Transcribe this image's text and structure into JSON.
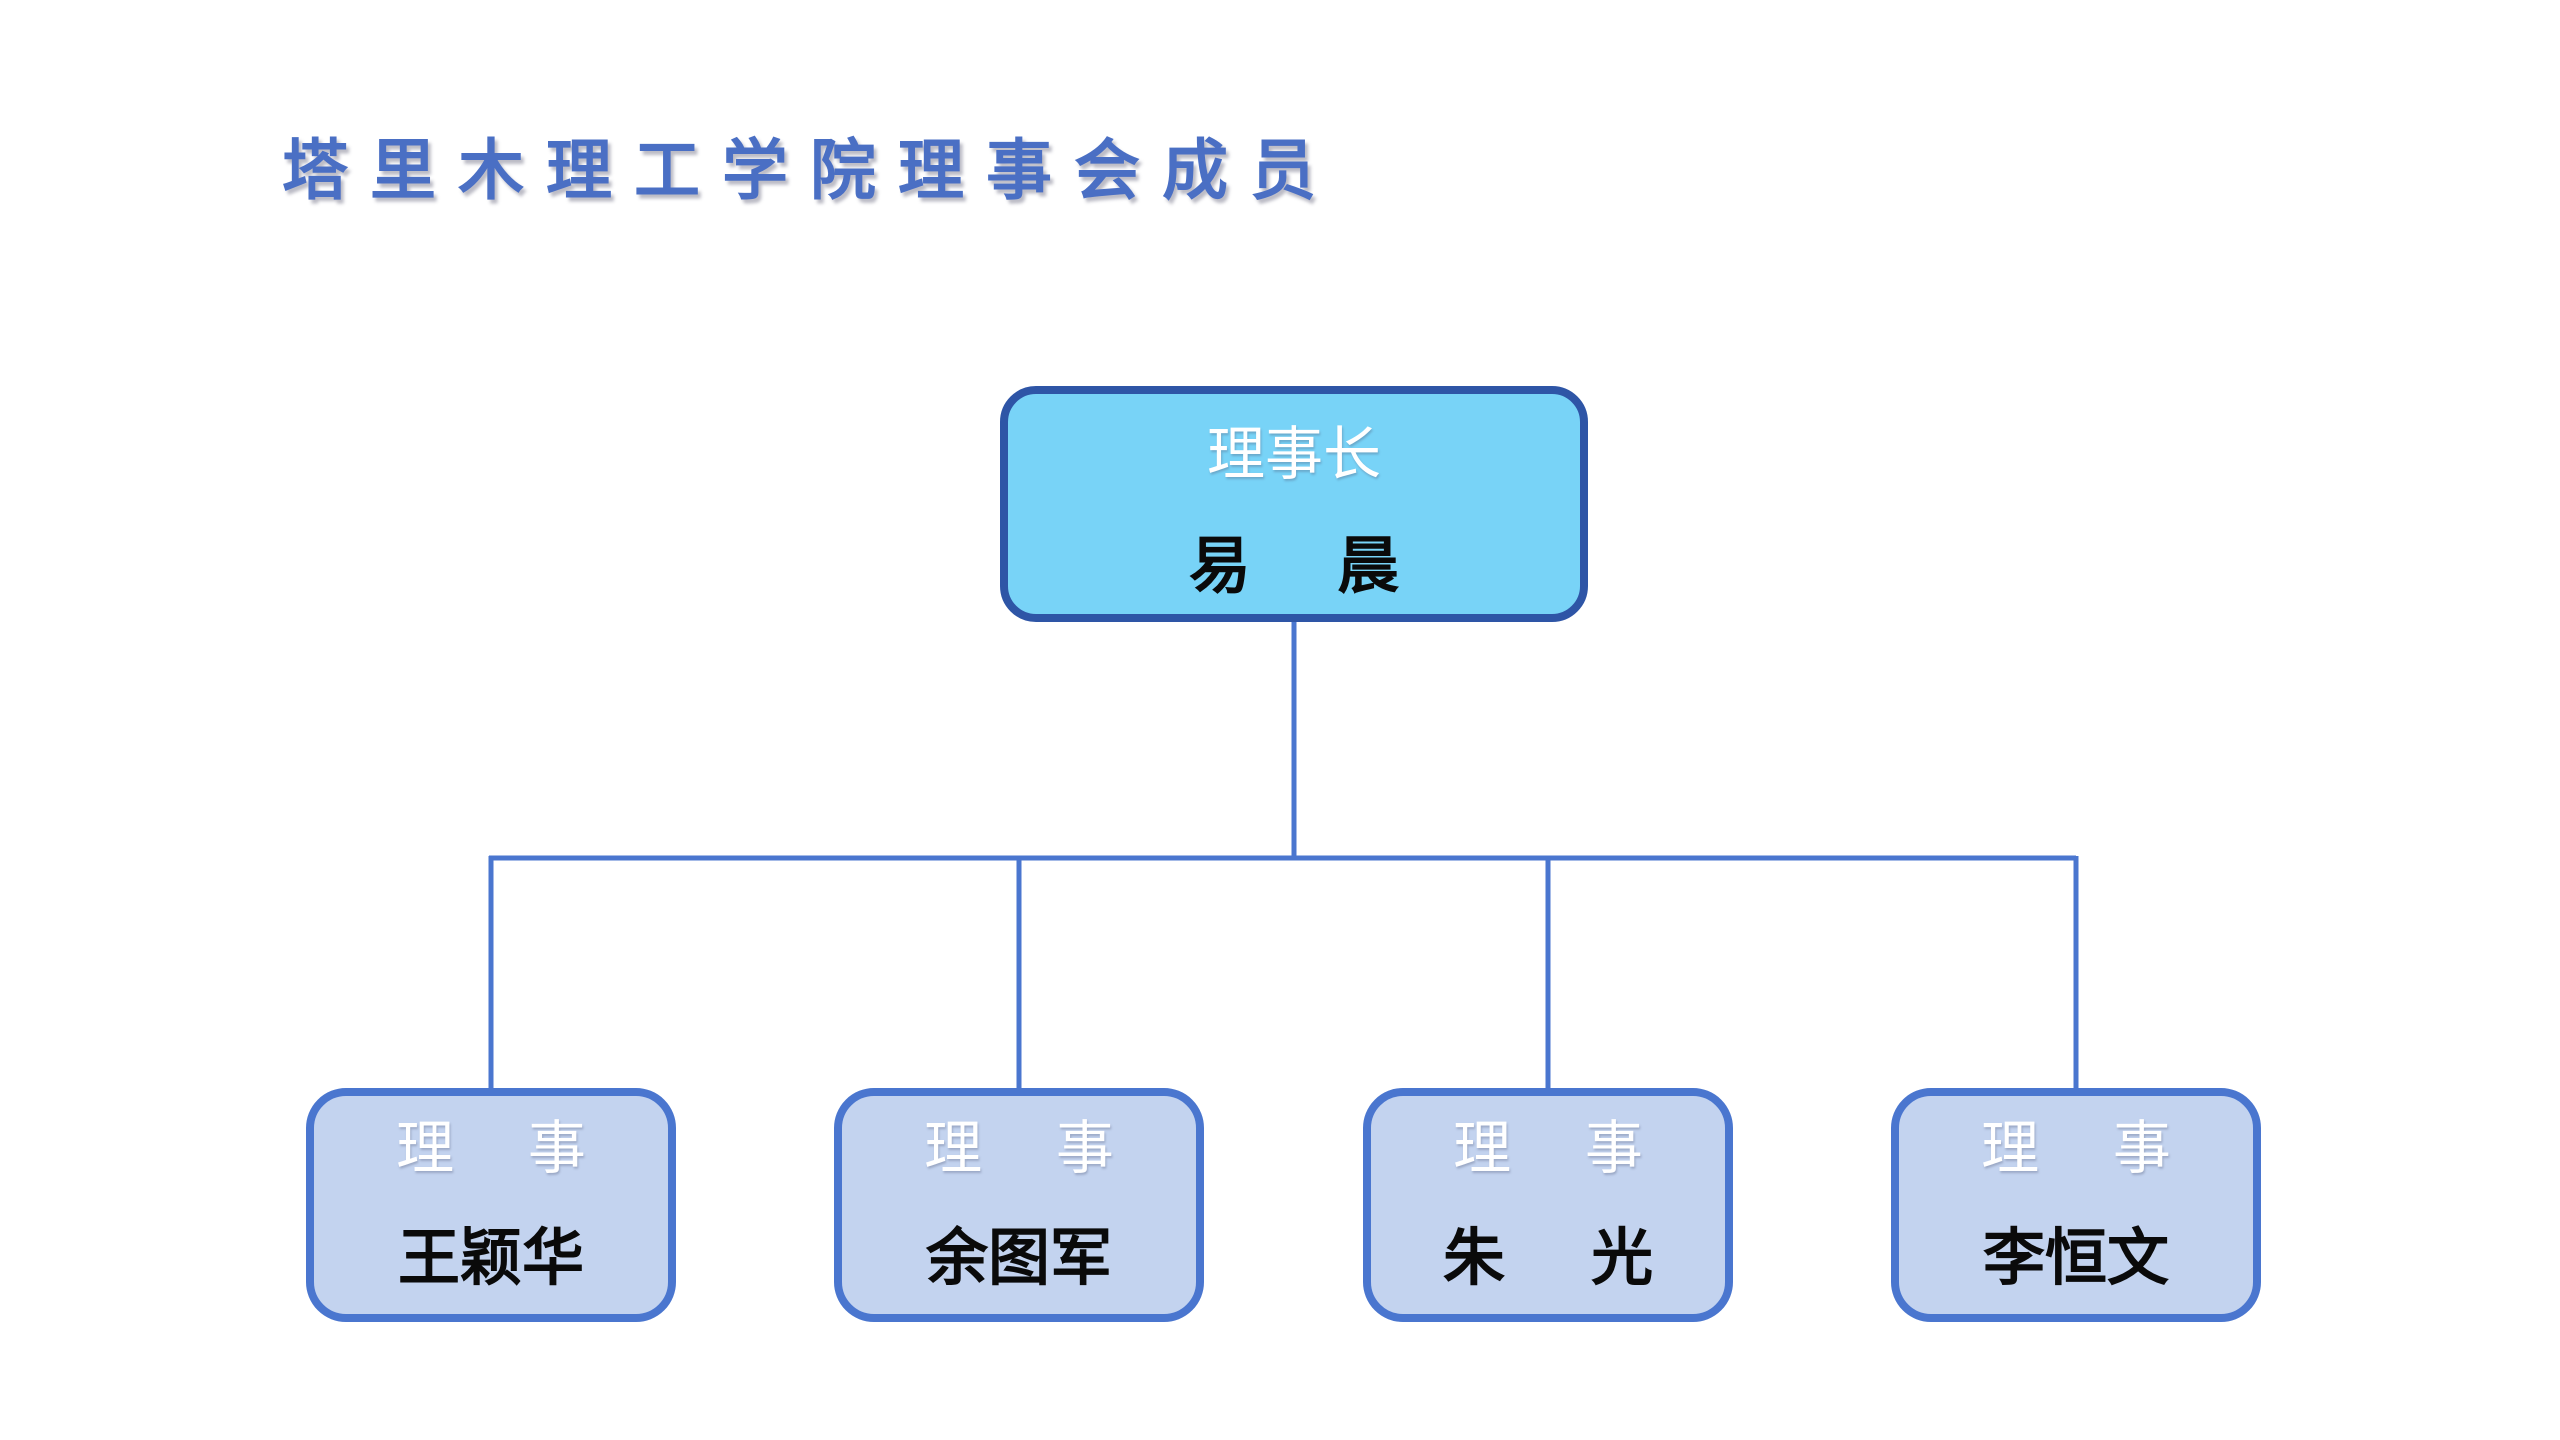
{
  "title": "塔里木理工学院理事会成员",
  "colors": {
    "title": "#4a6fc4",
    "root_fill": "#78d3f7",
    "root_border": "#2e55a6",
    "child_fill": "#c3d3ef",
    "child_border": "#4a76cf",
    "connector": "#4a76cf"
  },
  "chairman": {
    "role": "理事长",
    "name": "易    晨"
  },
  "directors": [
    {
      "role": "理    事",
      "name": "王颖华"
    },
    {
      "role": "理    事",
      "name": "余图军"
    },
    {
      "role": "理    事",
      "name": "朱    光"
    },
    {
      "role": "理    事",
      "name": "李恒文"
    }
  ]
}
